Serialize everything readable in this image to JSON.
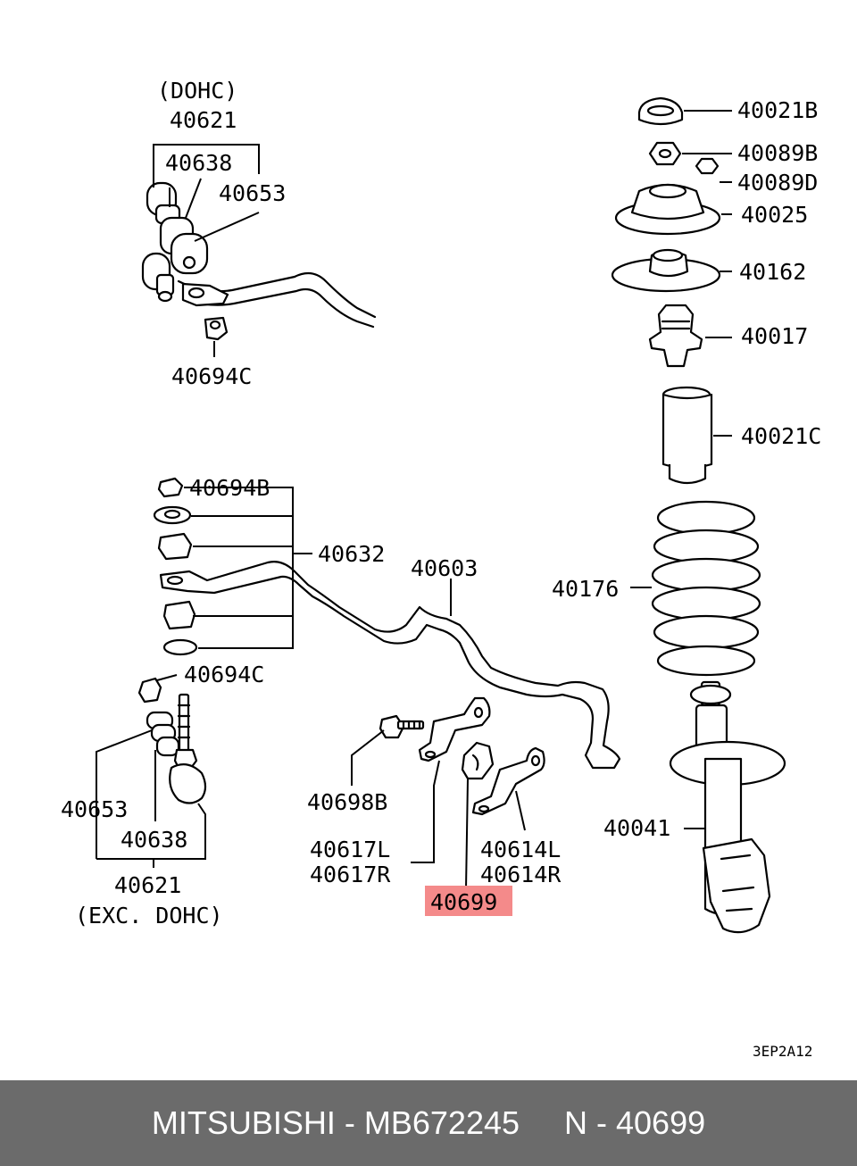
{
  "diagram": {
    "labels": {
      "dohc_top": "(DOHC)",
      "p40621_top": "40621",
      "p40638_top": "40638",
      "p40653_top": "40653",
      "p40694c_top": "40694C",
      "p40694b": "40694B",
      "p40632": "40632",
      "p40603": "40603",
      "p40694c_mid": "40694C",
      "p40653_low": "40653",
      "p40638_low": "40638",
      "p40621_low": "40621",
      "exc_dohc": "(EXC. DOHC)",
      "p40698b": "40698B",
      "p40617l": "40617L",
      "p40617r": "40617R",
      "p40699": "40699",
      "p40614l": "40614L",
      "p40614r": "40614R",
      "p40021b": "40021B",
      "p40089b": "40089B",
      "p40089d": "40089D",
      "p40025": "40025",
      "p40162": "40162",
      "p40017": "40017",
      "p40021c": "40021C",
      "p40176": "40176",
      "p40041": "40041",
      "code": "3EP2A12"
    },
    "highlight_color": "#f48a8a"
  },
  "footer": {
    "text": "MITSUBISHI - MB672245     N - 40699",
    "background": "#6b6b6b"
  }
}
